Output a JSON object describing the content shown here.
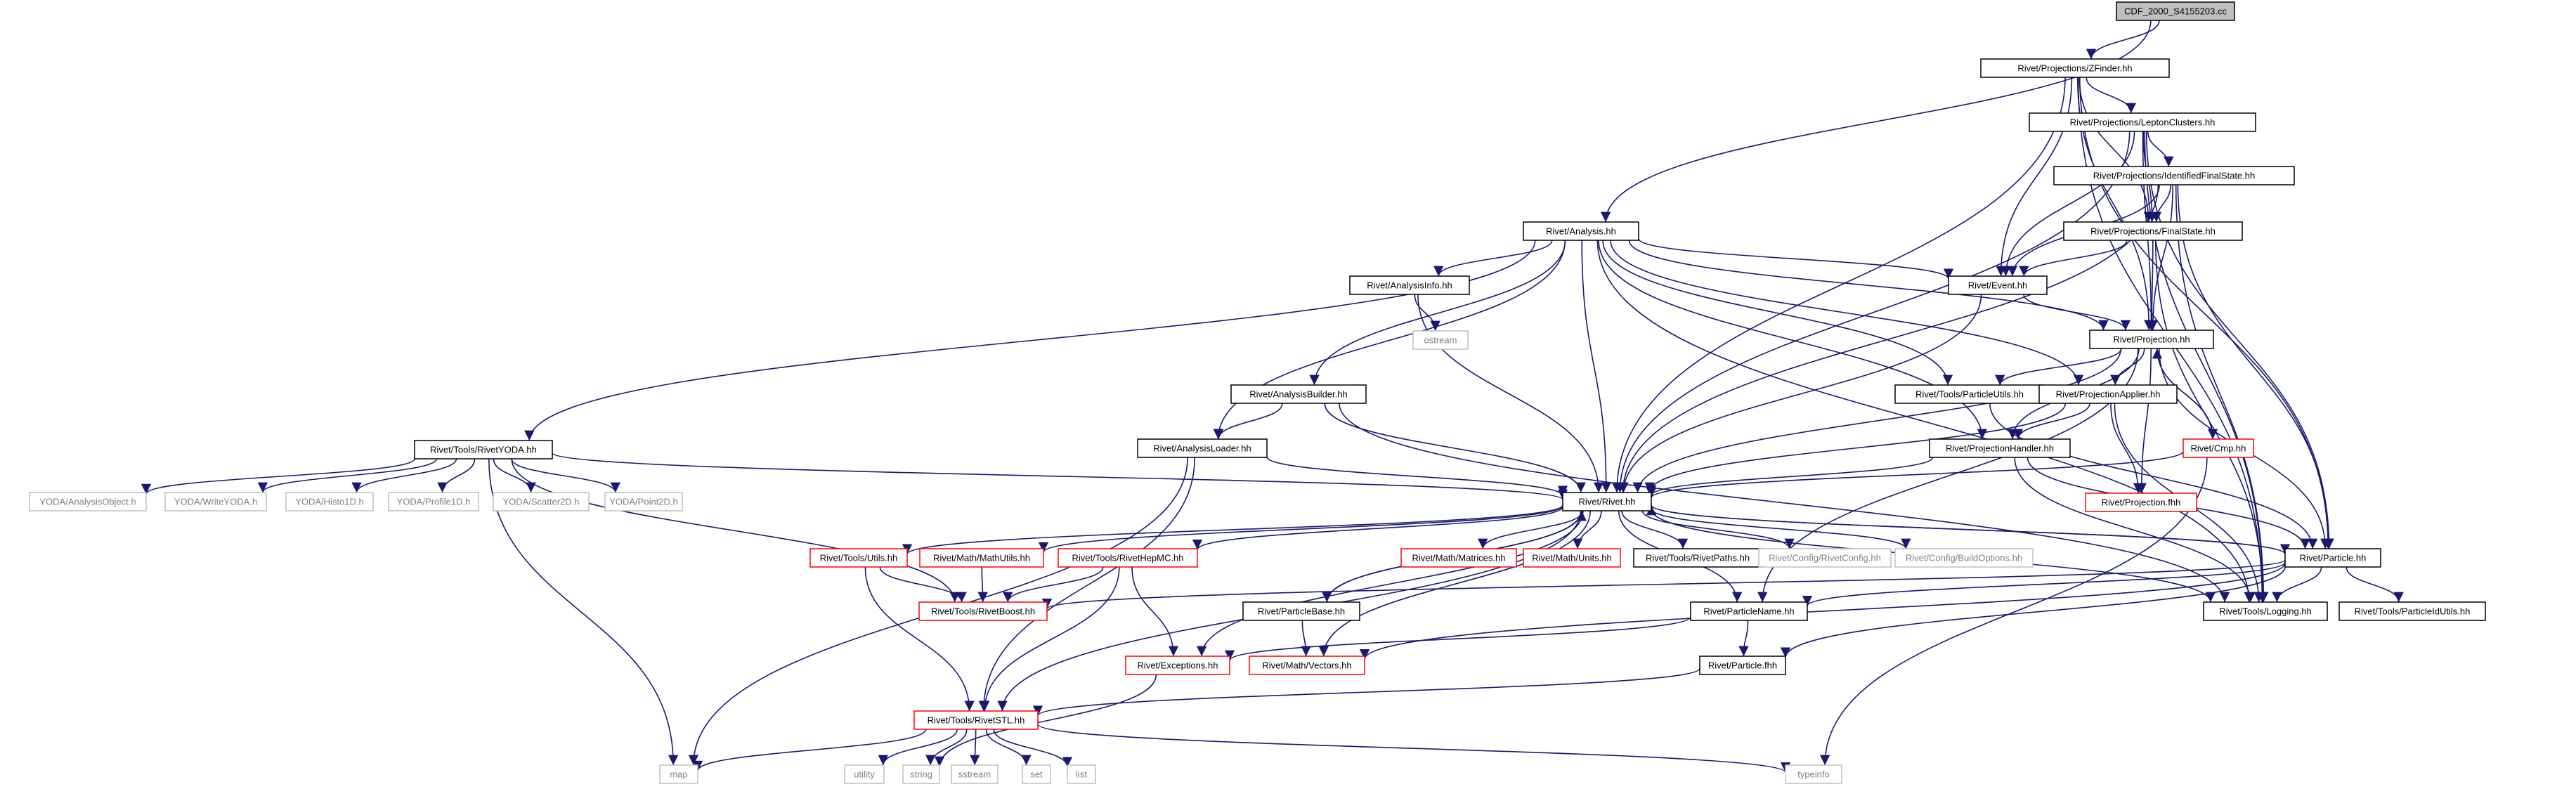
{
  "diagram": {
    "colors": {
      "edge": "#191970",
      "normal_border": "#000000",
      "normal_text": "#000000",
      "linked_border": "#ff0000",
      "linked_text": "#000000",
      "system_border": "#bfbfbf",
      "system_text": "#7f7f7f",
      "root_fill": "#bfbfbf"
    },
    "nodes": [
      {
        "id": "root",
        "label": "CDF_2000_S4155203.cc",
        "kind": "root"
      },
      {
        "id": "zfinder",
        "label": "Rivet/Projections/ZFinder.hh",
        "kind": "normal"
      },
      {
        "id": "leptonclusters",
        "label": "Rivet/Projections/LeptonClusters.hh",
        "kind": "normal"
      },
      {
        "id": "identifiedfs",
        "label": "Rivet/Projections/IdentifiedFinalState.hh",
        "kind": "normal"
      },
      {
        "id": "finalstate",
        "label": "Rivet/Projections/FinalState.hh",
        "kind": "normal"
      },
      {
        "id": "analysis",
        "label": "Rivet/Analysis.hh",
        "kind": "normal"
      },
      {
        "id": "event",
        "label": "Rivet/Event.hh",
        "kind": "normal"
      },
      {
        "id": "analysisinfo",
        "label": "Rivet/AnalysisInfo.hh",
        "kind": "normal"
      },
      {
        "id": "ostream",
        "label": "ostream",
        "kind": "system"
      },
      {
        "id": "projection",
        "label": "Rivet/Projection.hh",
        "kind": "normal"
      },
      {
        "id": "analysisbuilder",
        "label": "Rivet/AnalysisBuilder.hh",
        "kind": "normal"
      },
      {
        "id": "particleutils",
        "label": "Rivet/Tools/ParticleUtils.hh",
        "kind": "normal"
      },
      {
        "id": "projapplier",
        "label": "Rivet/ProjectionApplier.hh",
        "kind": "normal"
      },
      {
        "id": "rivetyoda",
        "label": "Rivet/Tools/RivetYODA.hh",
        "kind": "normal"
      },
      {
        "id": "analysisloader",
        "label": "Rivet/AnalysisLoader.hh",
        "kind": "normal"
      },
      {
        "id": "projhandler",
        "label": "Rivet/ProjectionHandler.hh",
        "kind": "normal"
      },
      {
        "id": "cmp",
        "label": "Rivet/Cmp.hh",
        "kind": "linked"
      },
      {
        "id": "projfhh",
        "label": "Rivet/Projection.fhh",
        "kind": "linked"
      },
      {
        "id": "yao",
        "label": "YODA/AnalysisObject.h",
        "kind": "system"
      },
      {
        "id": "ywy",
        "label": "YODA/WriteYODA.h",
        "kind": "system"
      },
      {
        "id": "yh1",
        "label": "YODA/Histo1D.h",
        "kind": "system"
      },
      {
        "id": "yp1",
        "label": "YODA/Profile1D.h",
        "kind": "system"
      },
      {
        "id": "ys2",
        "label": "YODA/Scatter2D.h",
        "kind": "system"
      },
      {
        "id": "ypt",
        "label": "YODA/Point2D.h",
        "kind": "system"
      },
      {
        "id": "rivet",
        "label": "Rivet/Rivet.hh",
        "kind": "normal"
      },
      {
        "id": "matrices",
        "label": "Rivet/Math/Matrices.hh",
        "kind": "linked"
      },
      {
        "id": "units",
        "label": "Rivet/Math/Units.hh",
        "kind": "linked"
      },
      {
        "id": "rivetpaths",
        "label": "Rivet/Tools/RivetPaths.hh",
        "kind": "normal"
      },
      {
        "id": "rivetconfig",
        "label": "Rivet/Config/RivetConfig.hh",
        "kind": "system"
      },
      {
        "id": "buildoptions",
        "label": "Rivet/Config/BuildOptions.hh",
        "kind": "system"
      },
      {
        "id": "particle",
        "label": "Rivet/Particle.hh",
        "kind": "normal"
      },
      {
        "id": "utils",
        "label": "Rivet/Tools/Utils.hh",
        "kind": "linked"
      },
      {
        "id": "mathutils",
        "label": "Rivet/Math/MathUtils.hh",
        "kind": "linked"
      },
      {
        "id": "hepmc",
        "label": "Rivet/Tools/RivetHepMC.hh",
        "kind": "linked"
      },
      {
        "id": "boost",
        "label": "Rivet/Tools/RivetBoost.hh",
        "kind": "linked"
      },
      {
        "id": "particlebase",
        "label": "Rivet/ParticleBase.hh",
        "kind": "normal"
      },
      {
        "id": "particlename",
        "label": "Rivet/ParticleName.hh",
        "kind": "normal"
      },
      {
        "id": "logging",
        "label": "Rivet/Tools/Logging.hh",
        "kind": "normal"
      },
      {
        "id": "pidutils",
        "label": "Rivet/Tools/ParticleIdUtils.hh",
        "kind": "normal"
      },
      {
        "id": "exceptions",
        "label": "Rivet/Exceptions.hh",
        "kind": "linked"
      },
      {
        "id": "vectors",
        "label": "Rivet/Math/Vectors.hh",
        "kind": "linked"
      },
      {
        "id": "particlefhh",
        "label": "Rivet/Particle.fhh",
        "kind": "normal"
      },
      {
        "id": "rivetstl",
        "label": "Rivet/Tools/RivetSTL.hh",
        "kind": "linked"
      },
      {
        "id": "map",
        "label": "map",
        "kind": "system"
      },
      {
        "id": "utility",
        "label": "utility",
        "kind": "system"
      },
      {
        "id": "string",
        "label": "string",
        "kind": "system"
      },
      {
        "id": "sstream",
        "label": "sstream",
        "kind": "system"
      },
      {
        "id": "set",
        "label": "set",
        "kind": "system"
      },
      {
        "id": "list",
        "label": "list",
        "kind": "system"
      },
      {
        "id": "typeinfo",
        "label": "typeinfo",
        "kind": "system"
      }
    ],
    "edges": [
      [
        "root",
        "zfinder"
      ],
      [
        "root",
        "analysis"
      ],
      [
        "zfinder",
        "leptonclusters"
      ],
      [
        "zfinder",
        "finalstate"
      ],
      [
        "zfinder",
        "event"
      ],
      [
        "zfinder",
        "projection"
      ],
      [
        "zfinder",
        "rivet"
      ],
      [
        "zfinder",
        "particle"
      ],
      [
        "zfinder",
        "logging"
      ],
      [
        "leptonclusters",
        "identifiedfs"
      ],
      [
        "leptonclusters",
        "finalstate"
      ],
      [
        "leptonclusters",
        "event"
      ],
      [
        "leptonclusters",
        "projection"
      ],
      [
        "leptonclusters",
        "rivet"
      ],
      [
        "leptonclusters",
        "particle"
      ],
      [
        "leptonclusters",
        "logging"
      ],
      [
        "identifiedfs",
        "finalstate"
      ],
      [
        "identifiedfs",
        "event"
      ],
      [
        "identifiedfs",
        "projection"
      ],
      [
        "identifiedfs",
        "rivet"
      ],
      [
        "identifiedfs",
        "particle"
      ],
      [
        "identifiedfs",
        "logging"
      ],
      [
        "finalstate",
        "event"
      ],
      [
        "finalstate",
        "projection"
      ],
      [
        "finalstate",
        "logging"
      ],
      [
        "analysis",
        "event"
      ],
      [
        "analysis",
        "analysisinfo"
      ],
      [
        "analysis",
        "analysisbuilder"
      ],
      [
        "analysis",
        "analysisloader"
      ],
      [
        "analysis",
        "rivetyoda"
      ],
      [
        "analysis",
        "rivet"
      ],
      [
        "analysis",
        "projection"
      ],
      [
        "analysis",
        "particleutils"
      ],
      [
        "analysis",
        "projapplier"
      ],
      [
        "analysis",
        "projhandler"
      ],
      [
        "analysis",
        "logging"
      ],
      [
        "analysisinfo",
        "ostream"
      ],
      [
        "analysisinfo",
        "rivet"
      ],
      [
        "event",
        "projection"
      ],
      [
        "event",
        "rivet"
      ],
      [
        "analysisbuilder",
        "analysisloader"
      ],
      [
        "analysisbuilder",
        "rivet"
      ],
      [
        "analysisbuilder",
        "logging"
      ],
      [
        "analysisloader",
        "rivet"
      ],
      [
        "analysisloader",
        "map"
      ],
      [
        "analysisloader",
        "rivetstl"
      ],
      [
        "rivetyoda",
        "yao"
      ],
      [
        "rivetyoda",
        "ywy"
      ],
      [
        "rivetyoda",
        "yh1"
      ],
      [
        "rivetyoda",
        "yp1"
      ],
      [
        "rivetyoda",
        "ys2"
      ],
      [
        "rivetyoda",
        "ypt"
      ],
      [
        "rivetyoda",
        "rivet"
      ],
      [
        "rivetyoda",
        "boost"
      ],
      [
        "rivetyoda",
        "map"
      ],
      [
        "projection",
        "rivet"
      ],
      [
        "projection",
        "particleutils"
      ],
      [
        "projection",
        "projapplier"
      ],
      [
        "projection",
        "projhandler"
      ],
      [
        "projection",
        "cmp"
      ],
      [
        "projection",
        "projfhh"
      ],
      [
        "projection",
        "particle"
      ],
      [
        "projection",
        "particlename"
      ],
      [
        "particleutils",
        "particle"
      ],
      [
        "projapplier",
        "projhandler"
      ],
      [
        "projapplier",
        "projfhh"
      ],
      [
        "projapplier",
        "rivet"
      ],
      [
        "projapplier",
        "logging"
      ],
      [
        "projhandler",
        "rivet"
      ],
      [
        "projhandler",
        "particle"
      ],
      [
        "projhandler",
        "logging"
      ],
      [
        "cmp",
        "projection"
      ],
      [
        "cmp",
        "rivet"
      ],
      [
        "cmp",
        "typeinfo"
      ],
      [
        "rivet",
        "utils"
      ],
      [
        "rivet",
        "mathutils"
      ],
      [
        "rivet",
        "hepmc"
      ],
      [
        "rivet",
        "matrices"
      ],
      [
        "rivet",
        "units"
      ],
      [
        "rivet",
        "rivetpaths"
      ],
      [
        "rivet",
        "rivetconfig"
      ],
      [
        "rivet",
        "buildoptions"
      ],
      [
        "rivet",
        "particle"
      ],
      [
        "rivet",
        "particlebase"
      ],
      [
        "rivet",
        "particlename"
      ],
      [
        "rivet",
        "logging"
      ],
      [
        "rivet",
        "vectors"
      ],
      [
        "rivet",
        "rivetstl"
      ],
      [
        "rivet",
        "exceptions"
      ],
      [
        "particle",
        "rivet"
      ],
      [
        "particle",
        "particlename"
      ],
      [
        "particle",
        "logging"
      ],
      [
        "particle",
        "pidutils"
      ],
      [
        "particle",
        "particlefhh"
      ],
      [
        "particle",
        "boost"
      ],
      [
        "particle",
        "vectors"
      ],
      [
        "utils",
        "boost"
      ],
      [
        "utils",
        "rivetstl"
      ],
      [
        "mathutils",
        "boost"
      ],
      [
        "hepmc",
        "boost"
      ],
      [
        "hepmc",
        "rivetstl"
      ],
      [
        "hepmc",
        "exceptions"
      ],
      [
        "particlebase",
        "rivet"
      ],
      [
        "particlebase",
        "vectors"
      ],
      [
        "particlename",
        "exceptions"
      ],
      [
        "particlename",
        "particlefhh"
      ],
      [
        "particlefhh",
        "rivetstl"
      ],
      [
        "exceptions",
        "string"
      ],
      [
        "rivetstl",
        "map"
      ],
      [
        "rivetstl",
        "utility"
      ],
      [
        "rivetstl",
        "string"
      ],
      [
        "rivetstl",
        "sstream"
      ],
      [
        "rivetstl",
        "set"
      ],
      [
        "rivetstl",
        "list"
      ],
      [
        "rivetstl",
        "typeinfo"
      ]
    ]
  }
}
